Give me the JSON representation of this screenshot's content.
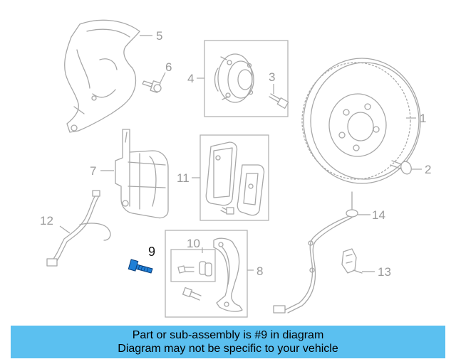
{
  "callouts": {
    "c1": "1",
    "c2": "2",
    "c3": "3",
    "c4": "4",
    "c5": "5",
    "c6": "6",
    "c7": "7",
    "c8": "8",
    "c9": "9",
    "c10": "10",
    "c11": "11",
    "c12": "12",
    "c13": "13",
    "c14": "14"
  },
  "highlight": {
    "part_number": "9",
    "color": "#1f7fd6"
  },
  "banner": {
    "line1": "Part or sub-assembly is #9 in diagram",
    "line2": "Diagram may not be specific to your vehicle",
    "color": "#5bc0f0"
  }
}
